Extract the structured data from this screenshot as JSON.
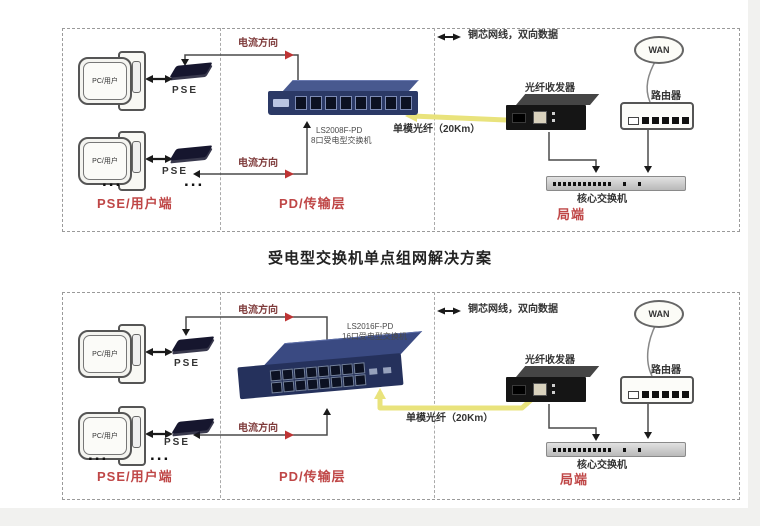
{
  "title": {
    "text": "受电型交换机单点组网解决方案"
  },
  "labels": {
    "pc": "PC/用户",
    "pse": "PSE",
    "current": "电流方向",
    "copper": "铜芯网线，双向数据",
    "fiber": "单模光纤（20Km）",
    "transceiver": "光纤收发器",
    "wan": "WAN",
    "router": "路由器",
    "core": "核心交换机",
    "dots": "..."
  },
  "sections": {
    "pse_side": "PSE/用户端",
    "pd_layer": "PD/传输层",
    "co_side": "局端"
  },
  "switches": {
    "top": {
      "model": "LS2008F-PD",
      "desc": "8口受电型交换机"
    },
    "bottom": {
      "model": "LS2016F-PD",
      "desc": "16口受电型交换机"
    }
  },
  "colors": {
    "section_red": "#bf4646",
    "arrow_red": "#bf3434",
    "switch_navy": "#2b3966",
    "fiber_yellow": "#e9e37c",
    "wire_gray": "#4a4a4a"
  }
}
